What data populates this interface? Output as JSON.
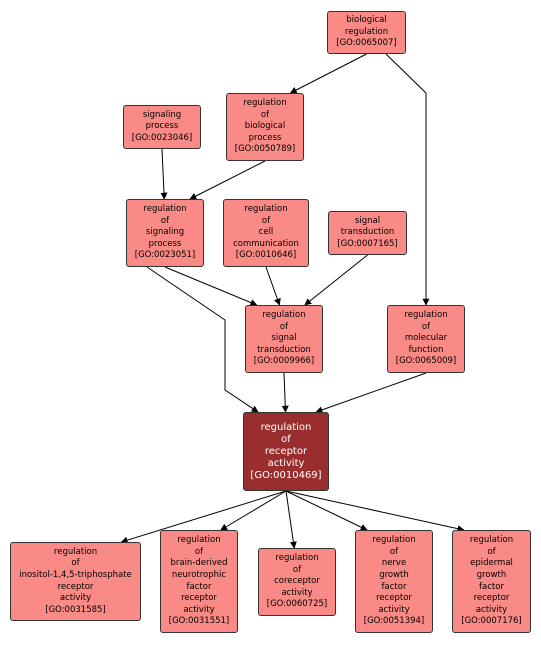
{
  "nodes": [
    {
      "id": "n_bio_reg",
      "lines": [
        "biological",
        "regulation"
      ],
      "go": "[GO:0065007]"
    },
    {
      "id": "n_reg_bio_proc",
      "lines": [
        "regulation",
        "of",
        "biological",
        "process"
      ],
      "go": "[GO:0050789]"
    },
    {
      "id": "n_signaling_proc",
      "lines": [
        "signaling",
        "process"
      ],
      "go": "[GO:0023046]"
    },
    {
      "id": "n_reg_signaling_proc",
      "lines": [
        "regulation",
        "of",
        "signaling",
        "process"
      ],
      "go": "[GO:0023051]"
    },
    {
      "id": "n_reg_cell_comm",
      "lines": [
        "regulation",
        "of",
        "cell",
        "communication"
      ],
      "go": "[GO:0010646]"
    },
    {
      "id": "n_signal_transduction",
      "lines": [
        "signal",
        "transduction"
      ],
      "go": "[GO:0007165]"
    },
    {
      "id": "n_reg_signal_transduction",
      "lines": [
        "regulation",
        "of",
        "signal",
        "transduction"
      ],
      "go": "[GO:0009966]"
    },
    {
      "id": "n_reg_molecular_function",
      "lines": [
        "regulation",
        "of",
        "molecular",
        "function"
      ],
      "go": "[GO:0065009]"
    },
    {
      "id": "n_reg_receptor_activity",
      "lines": [
        "regulation",
        "of",
        "receptor",
        "activity"
      ],
      "go": "[GO:0010469]",
      "focus": true
    },
    {
      "id": "n_reg_ip3_receptor",
      "lines": [
        "regulation",
        "of",
        "inositol-1,4,5-triphosphate",
        "receptor",
        "activity"
      ],
      "go": "[GO:0031585]"
    },
    {
      "id": "n_reg_bdnf_receptor",
      "lines": [
        "regulation",
        "of",
        "brain-derived",
        "neurotrophic",
        "factor",
        "receptor",
        "activity"
      ],
      "go": "[GO:0031551]"
    },
    {
      "id": "n_reg_coreceptor",
      "lines": [
        "regulation",
        "of",
        "coreceptor",
        "activity"
      ],
      "go": "[GO:0060725]"
    },
    {
      "id": "n_reg_ngf_receptor",
      "lines": [
        "regulation",
        "of",
        "nerve",
        "growth",
        "factor",
        "receptor",
        "activity"
      ],
      "go": "[GO:0051394]"
    },
    {
      "id": "n_reg_egf_receptor",
      "lines": [
        "regulation",
        "of",
        "epidermal",
        "growth",
        "factor",
        "receptor",
        "activity"
      ],
      "go": "[GO:0007176]"
    }
  ],
  "edges": [
    {
      "from": "n_bio_reg",
      "to": "n_reg_bio_proc"
    },
    {
      "from": "n_bio_reg",
      "to": "n_reg_molecular_function"
    },
    {
      "from": "n_signaling_proc",
      "to": "n_reg_signaling_proc"
    },
    {
      "from": "n_reg_bio_proc",
      "to": "n_reg_signaling_proc"
    },
    {
      "from": "n_reg_signaling_proc",
      "to": "n_reg_signal_transduction"
    },
    {
      "from": "n_reg_cell_comm",
      "to": "n_reg_signal_transduction"
    },
    {
      "from": "n_signal_transduction",
      "to": "n_reg_signal_transduction"
    },
    {
      "from": "n_reg_signaling_proc",
      "to": "n_reg_receptor_activity"
    },
    {
      "from": "n_reg_signal_transduction",
      "to": "n_reg_receptor_activity"
    },
    {
      "from": "n_reg_molecular_function",
      "to": "n_reg_receptor_activity"
    },
    {
      "from": "n_reg_receptor_activity",
      "to": "n_reg_ip3_receptor"
    },
    {
      "from": "n_reg_receptor_activity",
      "to": "n_reg_bdnf_receptor"
    },
    {
      "from": "n_reg_receptor_activity",
      "to": "n_reg_coreceptor"
    },
    {
      "from": "n_reg_receptor_activity",
      "to": "n_reg_ngf_receptor"
    },
    {
      "from": "n_reg_receptor_activity",
      "to": "n_reg_egf_receptor"
    }
  ],
  "colors": {
    "node_fill": "#fa8a85",
    "focus_fill": "#9a2e2e",
    "edge": "#000000"
  }
}
